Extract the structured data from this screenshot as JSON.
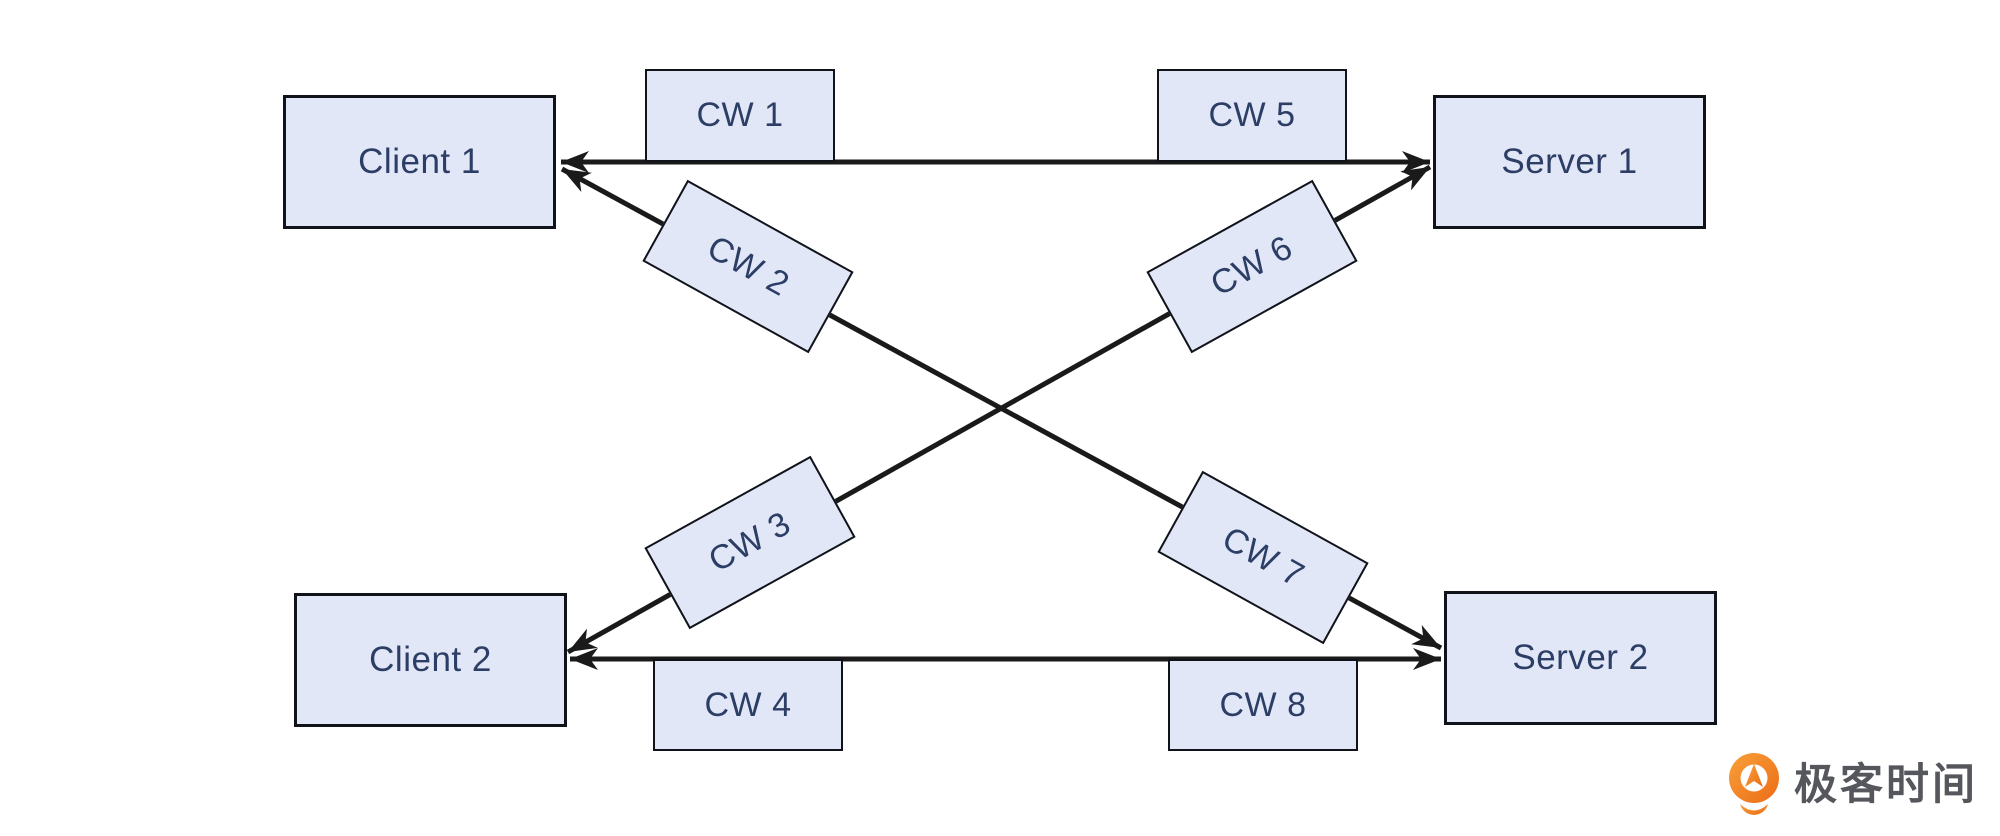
{
  "diagram": {
    "nodes": {
      "client1": {
        "label": "Client 1"
      },
      "server1": {
        "label": "Server 1"
      },
      "client2": {
        "label": "Client 2"
      },
      "server2": {
        "label": "Server 2"
      }
    },
    "cw_labels": {
      "cw1": "CW 1",
      "cw2": "CW 2",
      "cw3": "CW 3",
      "cw4": "CW 4",
      "cw5": "CW 5",
      "cw6": "CW 6",
      "cw7": "CW 7",
      "cw8": "CW 8"
    },
    "connections": [
      {
        "from": "Client 1",
        "to": "Server 1",
        "bidirectional": true,
        "labels": [
          "CW 1",
          "CW 5"
        ]
      },
      {
        "from": "Client 1",
        "to": "Server 2",
        "bidirectional": true,
        "labels": [
          "CW 2",
          "CW 7"
        ]
      },
      {
        "from": "Client 2",
        "to": "Server 1",
        "bidirectional": true,
        "labels": [
          "CW 3",
          "CW 6"
        ]
      },
      {
        "from": "Client 2",
        "to": "Server 2",
        "bidirectional": true,
        "labels": [
          "CW 4",
          "CW 8"
        ]
      }
    ],
    "colors": {
      "node_fill": "#e2e7f7",
      "node_border": "#10131a",
      "node_text": "#2c3e66",
      "arrow": "#1a1a1a"
    }
  },
  "branding": {
    "logo_text": "极客时间",
    "logo_orange": "#f07c1d",
    "logo_text_color": "#55575c"
  }
}
